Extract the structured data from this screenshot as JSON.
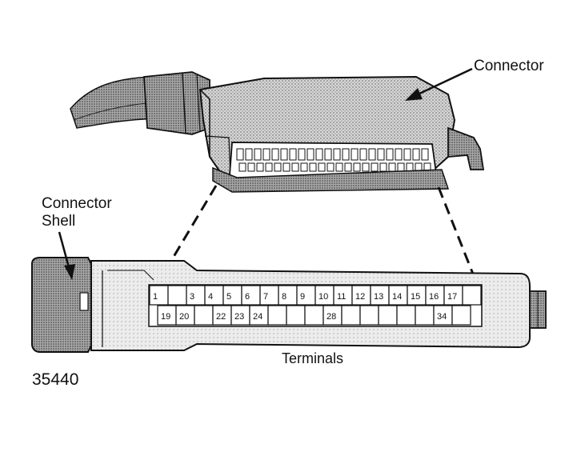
{
  "labels": {
    "connector": "Connector",
    "shell_line1": "Connector",
    "shell_line2": "Shell",
    "terminals": "Terminals",
    "figure_number": "35440"
  },
  "terminals": {
    "top_row": [
      "1",
      "",
      "3",
      "4",
      "5",
      "6",
      "7",
      "8",
      "9",
      "10",
      "11",
      "12",
      "13",
      "14",
      "15",
      "16",
      "17",
      ""
    ],
    "bottom_row": [
      "19",
      "20",
      "",
      "22",
      "23",
      "24",
      "",
      "",
      "",
      "28",
      "",
      "",
      "",
      "",
      "",
      "34",
      ""
    ]
  },
  "colors": {
    "ink": "#111111",
    "shade_dark": "#9a9a9a",
    "shade_light": "#cfcfcf",
    "paper": "#ffffff"
  }
}
